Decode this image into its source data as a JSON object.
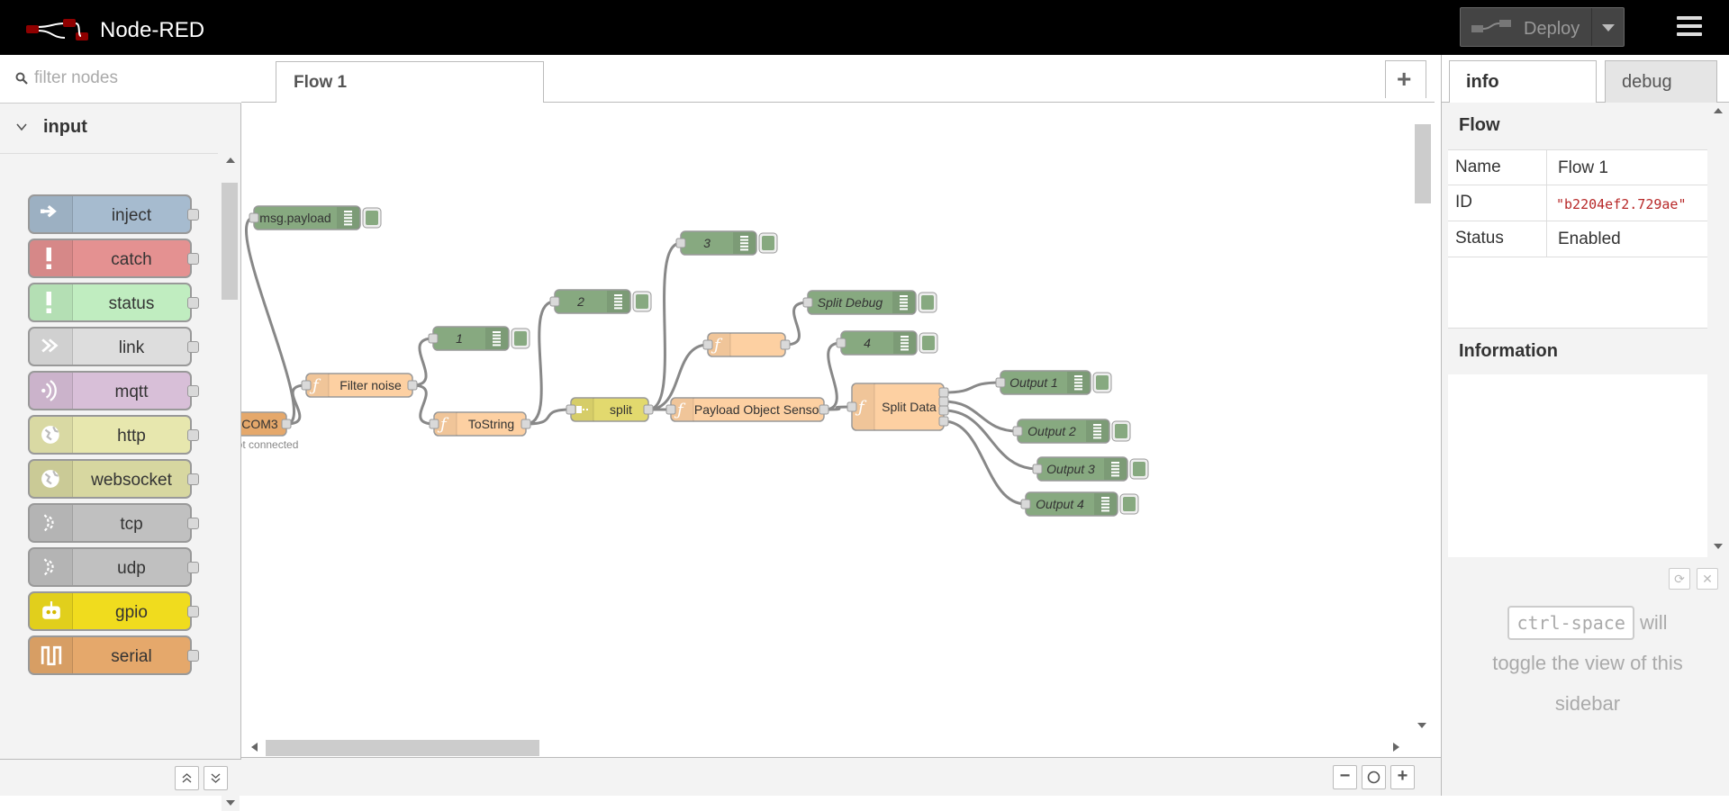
{
  "header": {
    "title": "Node-RED",
    "deploy_label": "Deploy"
  },
  "palette": {
    "search_placeholder": "filter nodes",
    "category": "input",
    "nodes": [
      {
        "label": "inject",
        "color": "#a6bbcf",
        "icon": "inject-arrow-icon"
      },
      {
        "label": "catch",
        "color": "#e49191",
        "icon": "exclamation-icon"
      },
      {
        "label": "status",
        "color": "#c0edc0",
        "icon": "exclamation-icon"
      },
      {
        "label": "link",
        "color": "#dddddd",
        "icon": "link-arrow-icon"
      },
      {
        "label": "mqtt",
        "color": "#d8bfd8",
        "icon": "wireless-icon"
      },
      {
        "label": "http",
        "color": "#e7e7ae",
        "icon": "globe-icon"
      },
      {
        "label": "websocket",
        "color": "#d7d7a0",
        "icon": "globe-icon"
      },
      {
        "label": "tcp",
        "color": "#c0c0c0",
        "icon": "bridge-icon"
      },
      {
        "label": "udp",
        "color": "#c0c0c0",
        "icon": "bridge-icon"
      },
      {
        "label": "gpio",
        "color": "#f0dc1e",
        "icon": "robot-icon"
      },
      {
        "label": "serial",
        "color": "#e5a86b",
        "icon": "serial-pulse-icon"
      }
    ]
  },
  "workspace": {
    "tab_label": "Flow 1",
    "add_tab": "+",
    "zoom_out": "−",
    "zoom_in": "+"
  },
  "flow": {
    "nodes": {
      "msg_payload": "msg.payload",
      "filter_noise": "Filter noise",
      "com3": "COM3",
      "com3_status": "not connected",
      "debug_1": "1",
      "to_string": "ToString",
      "debug_2": "2",
      "split": "split",
      "debug_3": "3",
      "payload_object_sensor": "Payload Object Sensor",
      "unnamed_function": "",
      "split_debug": "Split Debug",
      "debug_4": "4",
      "split_data": "Split Data",
      "output_1": "Output 1",
      "output_2": "Output 2",
      "output_3": "Output 3",
      "output_4": "Output 4"
    },
    "colors": {
      "debug": "#87a980",
      "function": "#fdd0a2",
      "serial": "#e5a86b",
      "split": "#e2d96e"
    }
  },
  "sidebar": {
    "tab_info": "info",
    "tab_debug": "debug",
    "flow_section": "Flow",
    "rows": [
      {
        "key": "Name",
        "value": "Flow 1"
      },
      {
        "key": "ID",
        "value": "\"b2204ef2.729ae\""
      },
      {
        "key": "Status",
        "value": "Enabled"
      }
    ],
    "information_section": "Information",
    "help": {
      "kbd": "ctrl-space",
      "text_after_kbd": " will",
      "line2": "toggle the view of this",
      "line3": "sidebar"
    }
  }
}
